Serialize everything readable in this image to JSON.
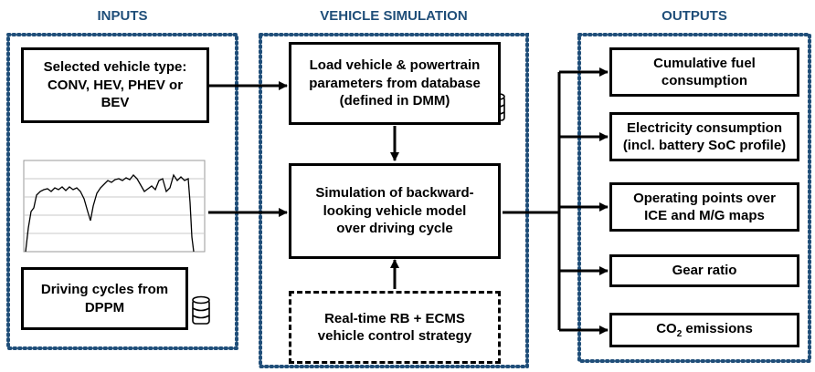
{
  "headers": {
    "inputs": "INPUTS",
    "simulation": "VEHICLE SIMULATION",
    "outputs": "OUTPUTS"
  },
  "inputs": {
    "vehicle_type": [
      "Selected vehicle type:",
      "CONV, HEV, PHEV or",
      "BEV"
    ],
    "driving_cycles": [
      "Driving cycles from",
      "DPPM"
    ]
  },
  "simulation": {
    "load_params": [
      "Load vehicle & powertrain",
      "parameters from database",
      "(defined in DMM)"
    ],
    "simulate": [
      "Simulation of backward-",
      "looking vehicle model",
      "over driving cycle"
    ],
    "control": [
      "Real-time RB + ECMS",
      "vehicle control strategy"
    ]
  },
  "outputs": {
    "fuel": [
      "Cumulative fuel",
      "consumption"
    ],
    "electricity": [
      "Electricity consumption",
      "(incl. battery SoC profile)"
    ],
    "operating_points": [
      "Operating points over",
      "ICE and M/G maps"
    ],
    "gear": [
      "Gear ratio"
    ],
    "co2": {
      "prefix": "CO",
      "subscript": "2",
      "suffix": " emissions"
    }
  },
  "colors": {
    "header": "#1f4e79",
    "group_border": "#1f4e79",
    "box_border": "#000000"
  }
}
